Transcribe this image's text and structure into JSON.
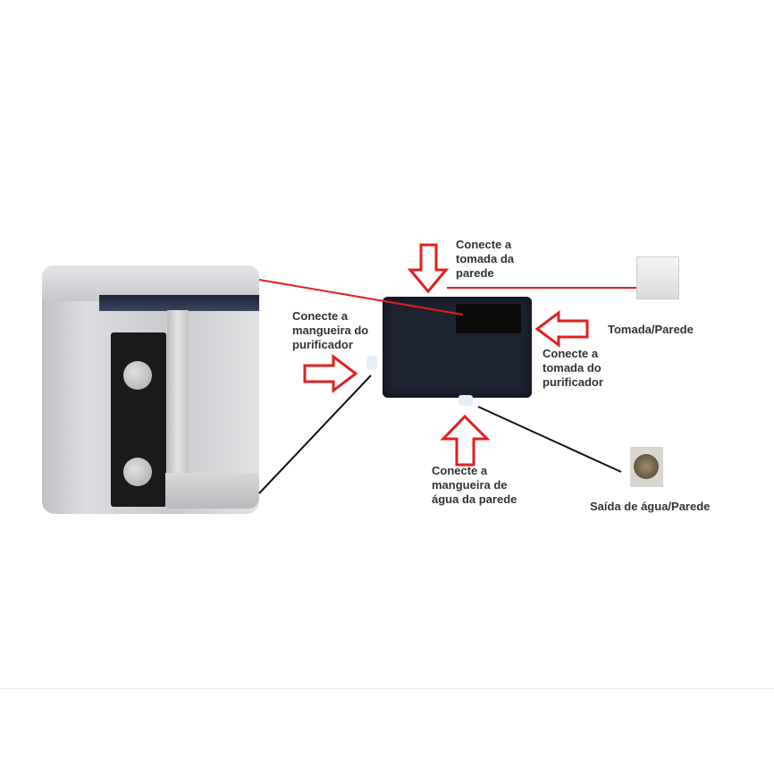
{
  "labels": {
    "wall_socket_connect": [
      "Conecte a",
      "tomada da",
      "parede"
    ],
    "purifier_hose_connect": [
      "Conecte a",
      "mangueira do",
      "purificador"
    ],
    "wall_socket": "Tomada/Parede",
    "purifier_socket_connect": [
      "Conecte a",
      "tomada do",
      "purificador"
    ],
    "wall_hose_connect": [
      "Conecte a",
      "mangueira de",
      "água da parede"
    ],
    "water_outlet": "Saída de água/Parede"
  },
  "colors": {
    "arrow": "#e02020",
    "power_line": "#e02020",
    "hose_line": "#111111",
    "box": "#1d2330"
  }
}
